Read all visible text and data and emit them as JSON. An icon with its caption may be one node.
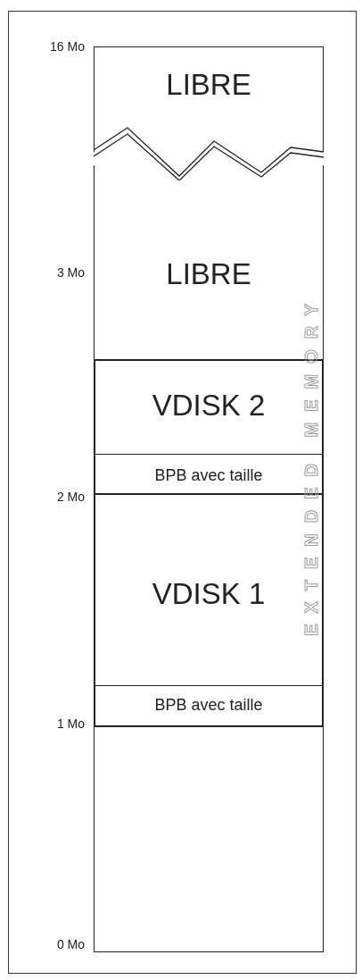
{
  "diagram": {
    "nodes": [
      {
        "text": [
          "LIBRE"
        ]
      },
      {
        "text": [
          "LIBRE"
        ]
      },
      {
        "text": [
          "VDISK 2"
        ]
      },
      {
        "text": [
          "BPB avec taille"
        ],
        "in": 2
      },
      {
        "text": [
          "VDISK 1"
        ]
      },
      {
        "text": [
          "BPB avec taille"
        ],
        "in": 4
      },
      {
        "text": [],
        "shape": "box"
      }
    ],
    "labels": [
      "16 Mo",
      "3 Mo",
      "2 Mo",
      "1 Mo",
      "0 Mo",
      "EXTENDED MEMORY"
    ]
  }
}
